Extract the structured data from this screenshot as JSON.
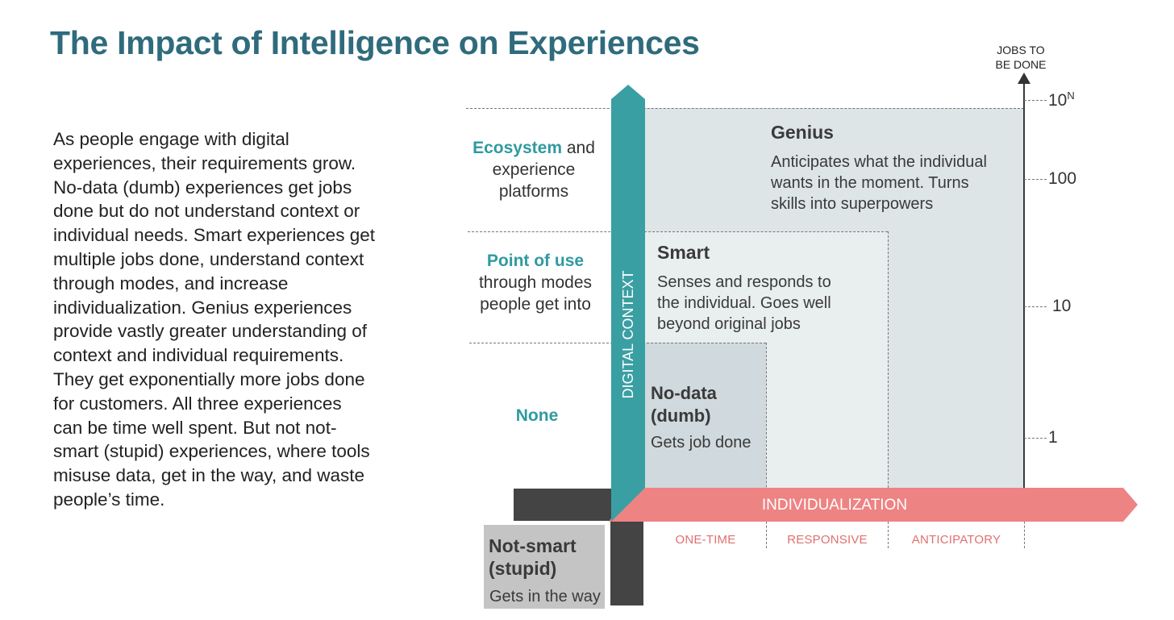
{
  "title": "The Impact of Intelligence on Experiences",
  "body": "As people engage with digital experiences, their requirements grow. No-data (dumb) experiences get jobs done but do not understand context or individual needs. Smart experiences get multiple jobs done, understand context through modes, and increase individualization. Genius experiences provide vastly greater understanding of context and individual requirements. They get exponentially more jobs done for customers. All three experiences can be time well spent. But not not-smart (stupid) experiences, where tools misuse data, get in the way, and waste people’s time.",
  "rows": {
    "ecosystem": {
      "highlight": "Ecosystem",
      "rest_line1": " and",
      "line2": "experience",
      "line3": "platforms"
    },
    "point_of_use": {
      "highlight": "Point of use",
      "line2": "through modes",
      "line3": "people get into"
    },
    "none": {
      "highlight": "None"
    }
  },
  "axes": {
    "y_label_line1": "JOBS TO",
    "y_label_line2": "BE DONE",
    "y_ticks": {
      "t1": "1",
      "t10": "10",
      "t100": "100",
      "t10n_base": "10",
      "t10n_exp": "N"
    },
    "vertical_bar": "DIGITAL CONTEXT",
    "horizontal_bar": "INDIVIDUALIZATION",
    "x_labels": {
      "one_time": "ONE-TIME",
      "responsive": "RESPONSIVE",
      "anticipatory": "ANTICIPATORY"
    }
  },
  "tiers": {
    "genius": {
      "title": "Genius",
      "desc": [
        "Anticipates what the individual",
        "wants in the moment. Turns",
        "skills into superpowers"
      ]
    },
    "smart": {
      "title": "Smart",
      "desc": [
        "Senses and responds to",
        "the individual. Goes well",
        "beyond original jobs"
      ]
    },
    "nodata": {
      "title1": "No-data",
      "title2": "(dumb)",
      "desc": "Gets job done"
    },
    "notsmart": {
      "title1": "Not-smart",
      "title2": "(stupid)",
      "desc": "Gets in the way"
    }
  },
  "colors": {
    "title": "#2f6b7c",
    "teal_bar": "#3a9fa3",
    "pink_bar": "#ee8383",
    "genius_fill": "#dde5e7",
    "smart_fill": "#e9eeef",
    "nodata_fill": "#d0d9dd",
    "notsmart_fill": "#c4c4c4",
    "dark_block": "#444444"
  }
}
